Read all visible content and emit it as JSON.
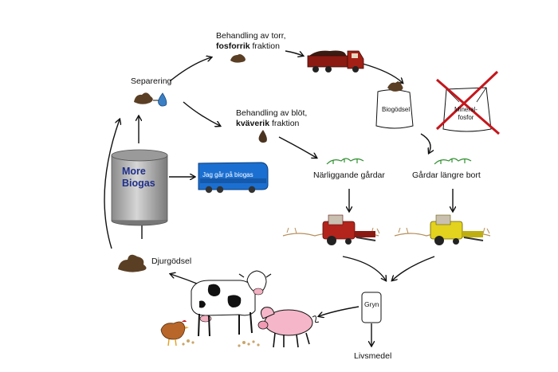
{
  "labels": {
    "torr_line1": "Behandling av torr,",
    "torr_bold": "fosforrik",
    "torr_rest": " fraktion",
    "separering": "Separering",
    "blot_line1": "Behandling av blöt,",
    "blot_bold": "kväverik",
    "blot_rest": " fraktion",
    "biogodsel": "Biogödsel",
    "mineral": "Mineral-",
    "fosfor": "fosfor",
    "narliggande": "Närliggande gårdar",
    "gardar_langre": "Gårdar längre bort",
    "more": "More",
    "biogas": "Biogas",
    "bus_text": "Jag går på biogas",
    "djurgodsel": "Djurgödsel",
    "gryn": "Gryn",
    "livsmedel": "Livsmedel"
  },
  "icons": {
    "tank": "biogas-tank",
    "bus": "bus",
    "truck": "manure-truck",
    "harvester_red": "combine-harvester-red",
    "harvester_yellow": "combine-harvester-yellow",
    "cow": "cow",
    "pig": "pig",
    "hen": "hen",
    "bag_bio": "biogodsel-bag",
    "bag_mineral": "mineral-phosphor-bag-crossed"
  },
  "colors": {
    "tank_text": "#1f2f8c",
    "bus_body": "#1b6fd1",
    "cross": "#c4161c",
    "truck": "#8b1a12",
    "harvester_red": "#b3241c",
    "harvester_yellow": "#e3d21e",
    "pig": "#f4b6c8",
    "hen": "#b8662a",
    "manure": "#5a3f25"
  }
}
